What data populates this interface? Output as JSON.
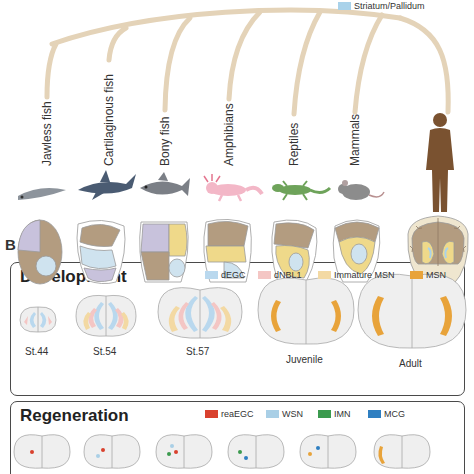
{
  "diagram": {
    "nodes": [
      {
        "text": [
          "Development"
        ]
      },
      {
        "text": [
          "Regeneration"
        ]
      }
    ],
    "labels": [
      "Jawless fish",
      "Cartilaginous fish",
      "Bony fish",
      "Amphibians",
      "Reptiles",
      "Mammals",
      "B",
      "St.44",
      "St.54",
      "St.57",
      "Juvenile",
      "Adult"
    ],
    "legend": [
      {
        "text": "Striatum/Pallidum",
        "color": "#a9d2ea"
      },
      {
        "text": "dEGC",
        "color": "#b9d8ee"
      },
      {
        "text": "dNBL1",
        "color": "#f4c6c4"
      },
      {
        "text": "Immature MSN",
        "color": "#f3d9a3"
      },
      {
        "text": "MSN",
        "color": "#e8a33a"
      },
      {
        "text": "reaEGC",
        "color": "#d9412e"
      },
      {
        "text": "WSN",
        "color": "#a9cfe6"
      },
      {
        "text": "IMN",
        "color": "#3b9a4e"
      },
      {
        "text": "MCG",
        "color": "#2f7fc1"
      }
    ]
  }
}
